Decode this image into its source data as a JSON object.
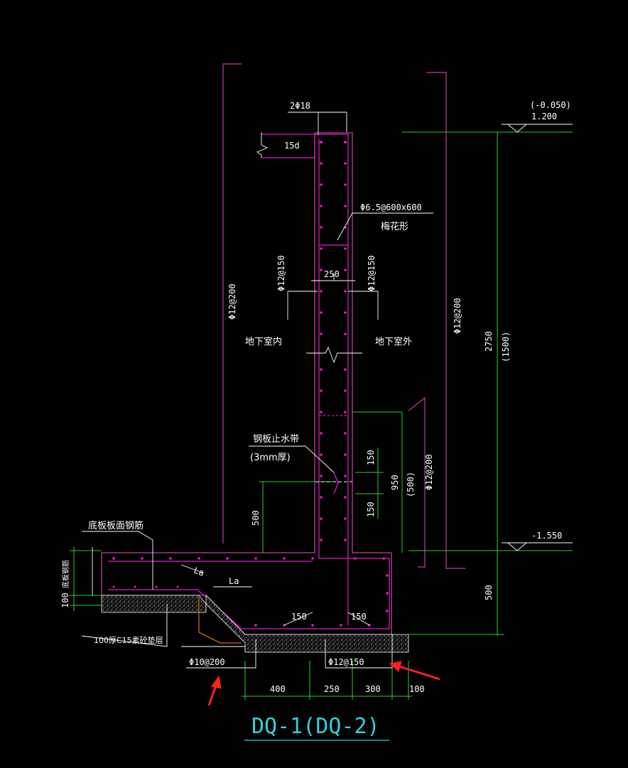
{
  "drawing": {
    "title": "DQ-1(DQ-2)",
    "top_bars": "2Φ18",
    "anchorage_top": "15d",
    "tie_bars": "Φ6.5@600x600",
    "tie_pattern": "梅花形",
    "wall_thickness": "250",
    "inner_vertical": "Φ12@150",
    "outer_vertical": "Φ12@150",
    "inner_side_label": "地下室内",
    "outer_side_label": "地下室外",
    "left_long_bars": "Φ12@200",
    "right_long_bars": "Φ12@200",
    "lower_right_bars": "Φ12@200",
    "waterstop_label": "钢板止水带",
    "waterstop_thickness": "(3mm厚)",
    "dim_500_left": "500",
    "dim_150_a": "150",
    "dim_150_b": "150",
    "dim_950": "950",
    "dim_500_paren": "(500)",
    "dim_2750": "2750",
    "dim_1500_paren": "(1500)",
    "dim_500_right": "500",
    "elev_top_paren": "(-0.050)",
    "elev_top": "1.200",
    "elev_bottom": "-1.550",
    "slab_top_bars": "底板板面钢筋",
    "slab_label_left": "底板钢筋",
    "dim_100_left": "100",
    "lap_la": "La",
    "lap_la2": "La",
    "dim_150_c": "150",
    "dim_150_d": "150",
    "cushion": "100厚C15素砼垫层",
    "bottom_bars_left": "Φ10@200",
    "bottom_bars_right": "Φ12@150",
    "dim_400": "400",
    "dim_250": "250",
    "dim_300": "300",
    "dim_100": "100"
  },
  "colors": {
    "concrete": "#c0409c",
    "rebar_magenta": "#e31ec8",
    "dimension": "#29d22a",
    "text": "#ffffff",
    "title": "#2fd1dc",
    "annotation_arrow": "#ff2020"
  }
}
